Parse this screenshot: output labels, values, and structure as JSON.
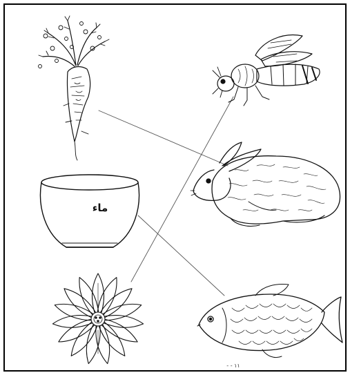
{
  "left_column": [
    {
      "id": "carrot",
      "icon": "carrot-icon"
    },
    {
      "id": "water-bowl",
      "icon": "water-bowl-icon",
      "label": "ماء"
    },
    {
      "id": "flower",
      "icon": "flower-icon"
    }
  ],
  "right_column": [
    {
      "id": "bee",
      "icon": "bee-icon"
    },
    {
      "id": "rabbit",
      "icon": "rabbit-icon"
    },
    {
      "id": "fish",
      "icon": "fish-icon"
    }
  ],
  "connections": [
    {
      "from": "carrot",
      "to": "rabbit"
    },
    {
      "from": "flower",
      "to": "bee"
    },
    {
      "from": "water-bowl",
      "to": "fish"
    }
  ],
  "footer_mark": "- - ١١",
  "colors": {
    "ink": "#111111",
    "line": "#555555",
    "background": "#ffffff"
  }
}
